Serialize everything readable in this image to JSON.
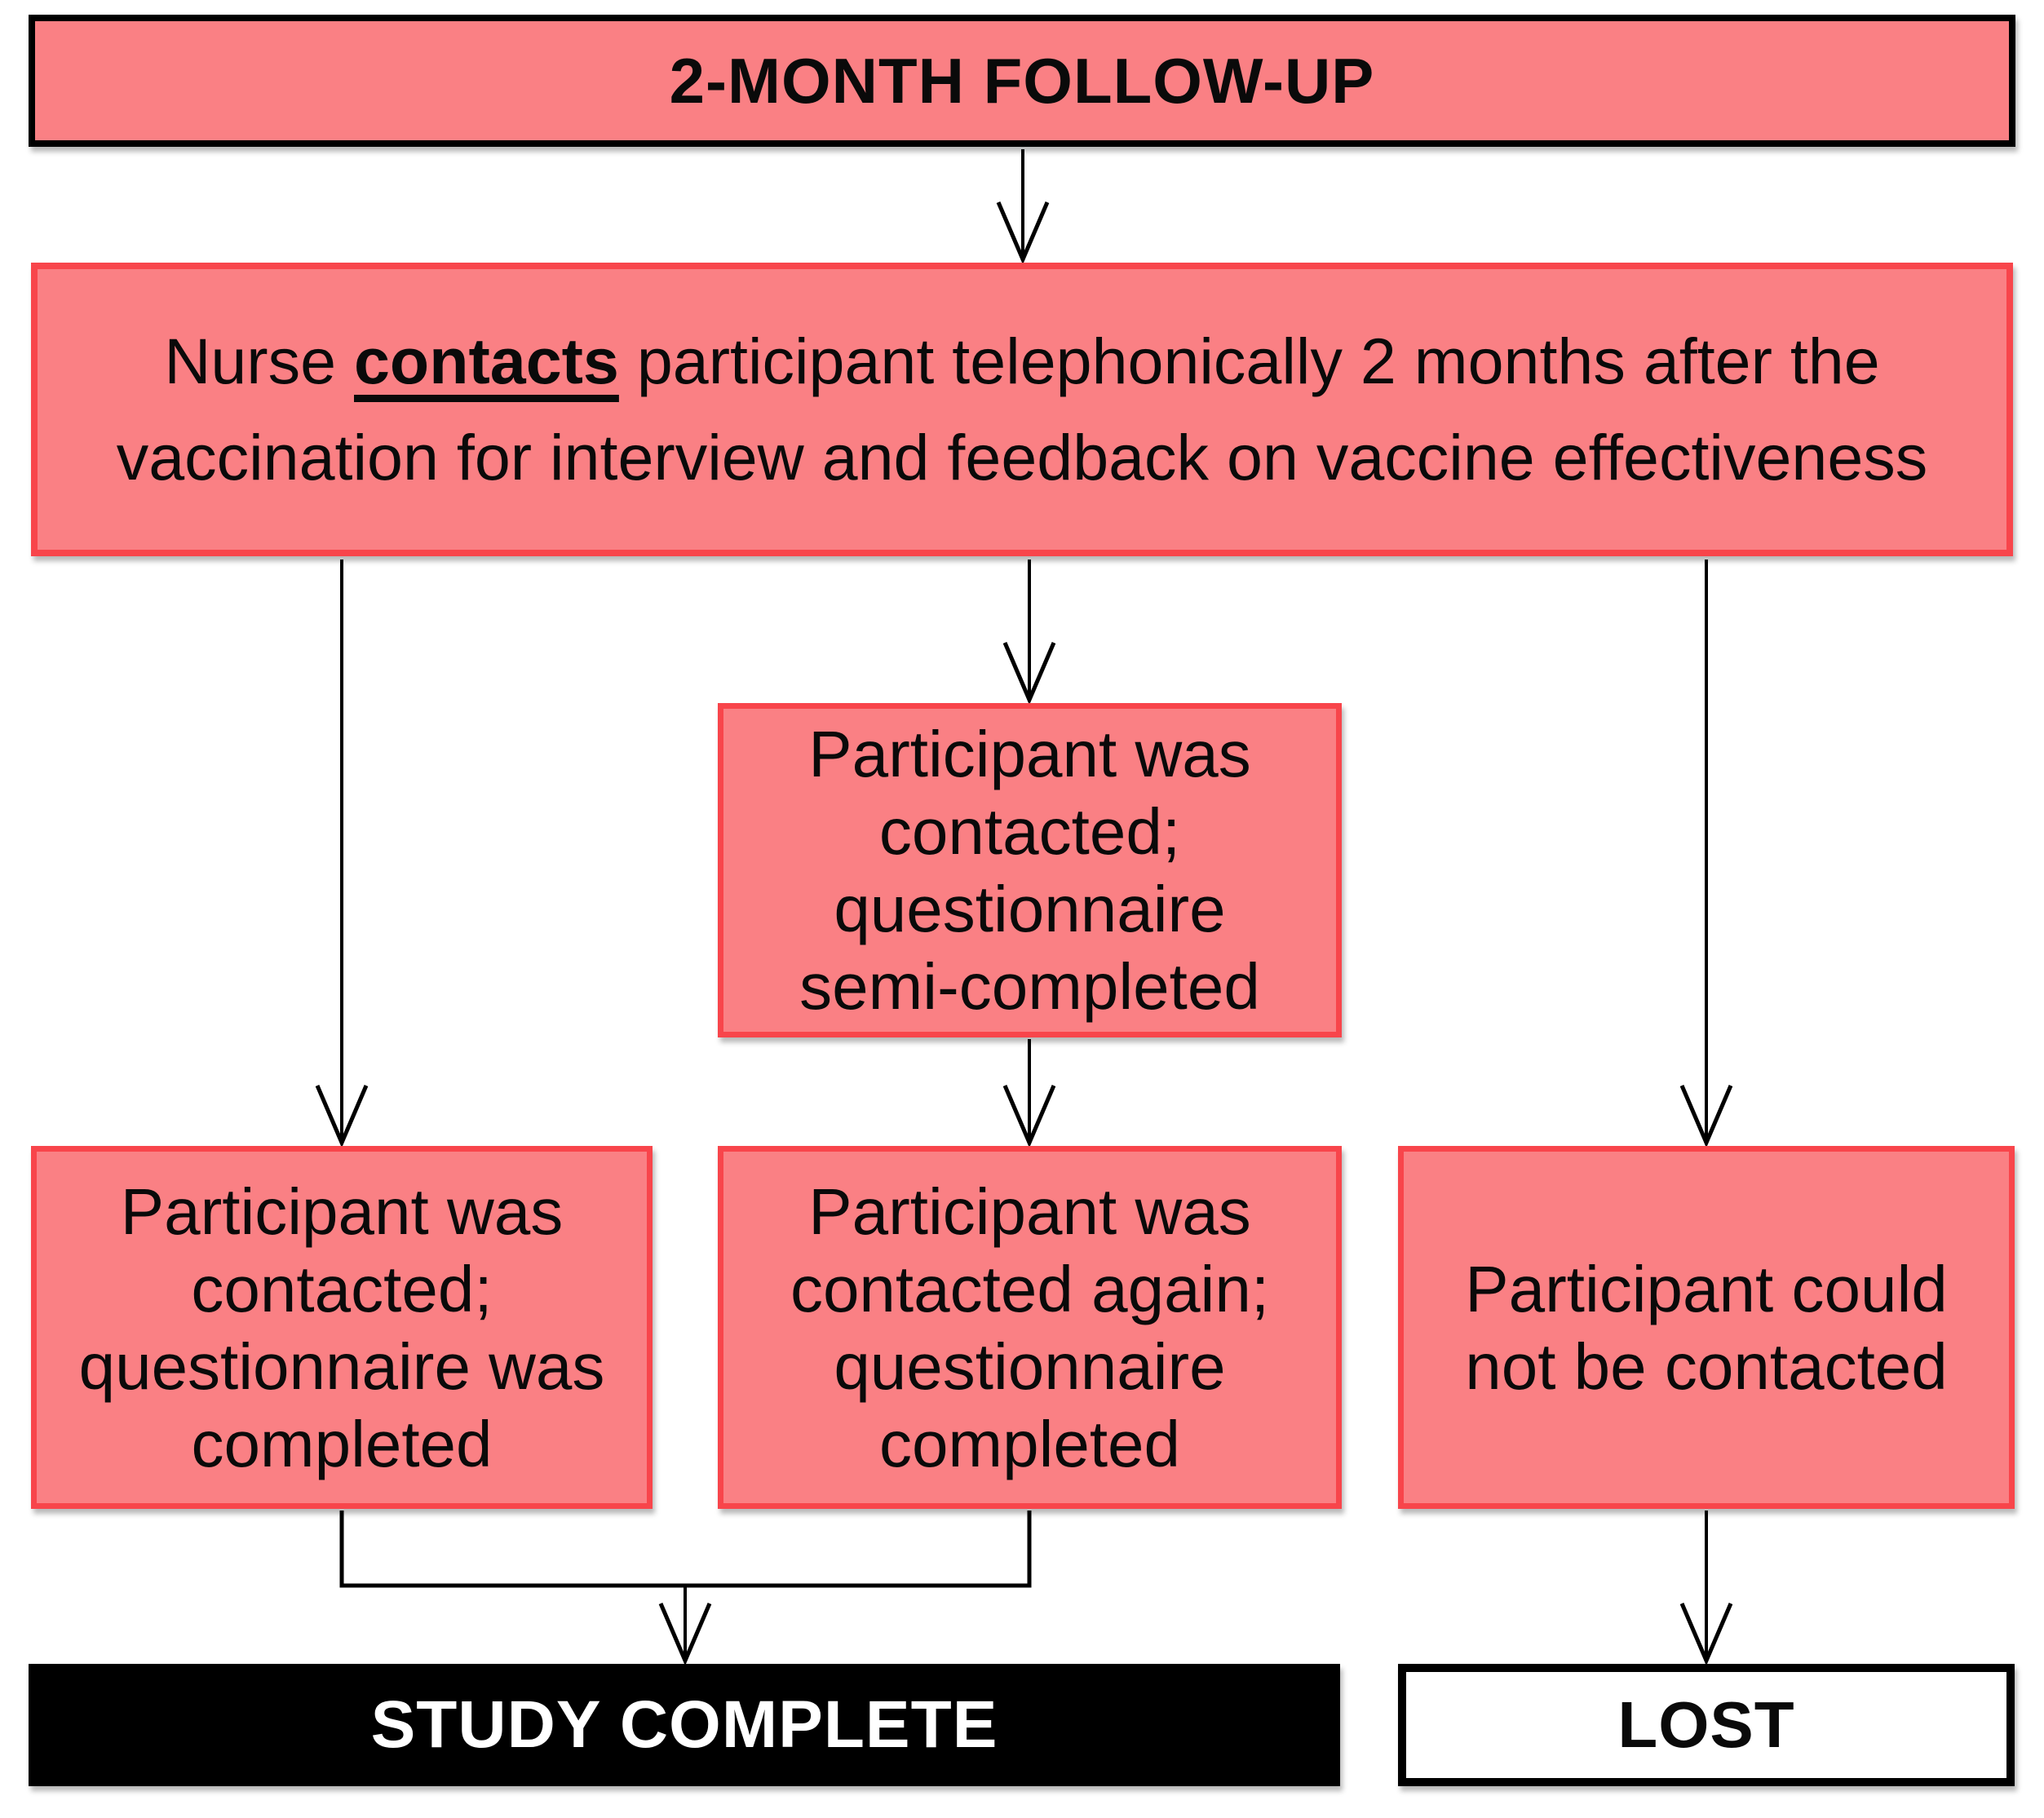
{
  "colors": {
    "pink_fill": "#FA8084",
    "red_border": "#F8454B",
    "black": "#000000",
    "white": "#FFFFFF",
    "text": "#0A0A0A"
  },
  "nodes": {
    "follow_up": {
      "label": "2-MONTH FOLLOW-UP"
    },
    "nurse_contact": {
      "text_before": "Nurse ",
      "emphasis": "contacts",
      "text_after": " participant telephonically 2 months after the vaccination for interview and feedback on vaccine effectiveness"
    },
    "semi_completed": {
      "label": "Participant was contacted; questionnaire semi-completed"
    },
    "completed": {
      "label": "Participant was contacted; questionnaire was completed"
    },
    "completed_again": {
      "label": "Participant was contacted again; questionnaire completed"
    },
    "not_contacted": {
      "label": "Participant could not be contacted"
    },
    "study_complete": {
      "label": "STUDY COMPLETE"
    },
    "lost": {
      "label": "LOST"
    }
  }
}
